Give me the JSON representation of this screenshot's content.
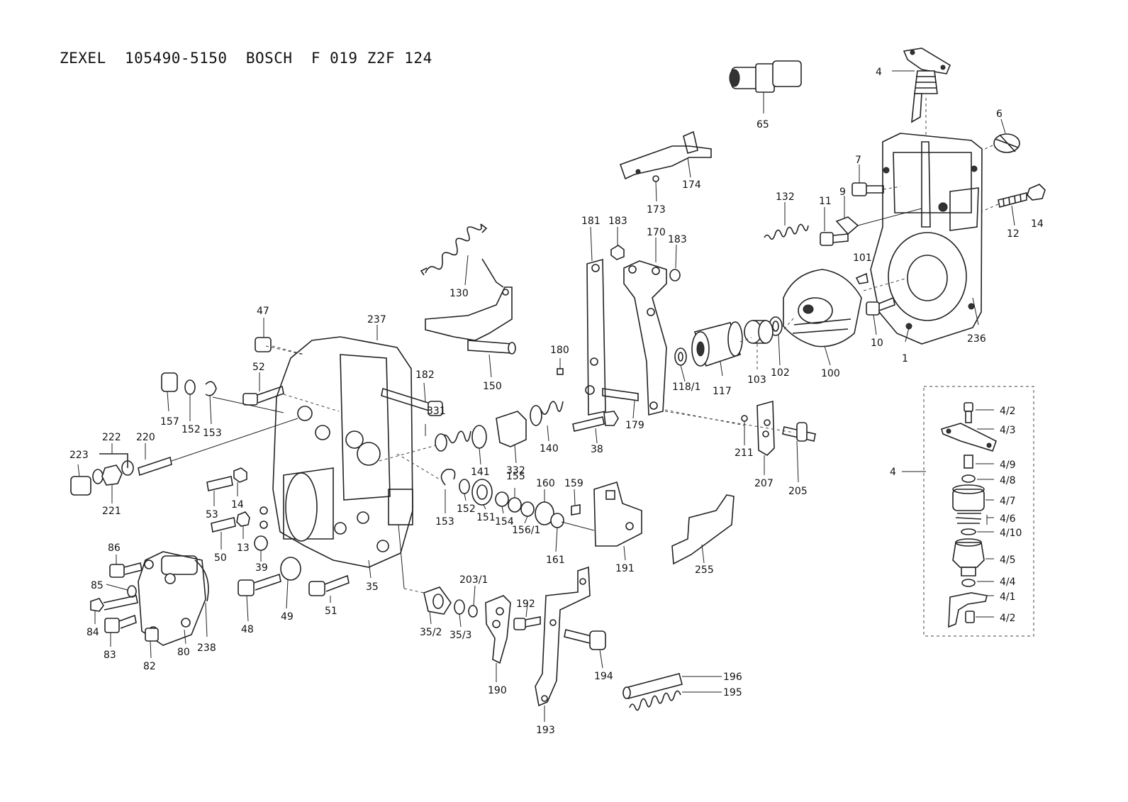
{
  "title": "ZEXEL  105490-5150  BOSCH  F 019 Z2F 124",
  "labels": {
    "l4": "4",
    "l65": "65",
    "l6": "6",
    "l174": "174",
    "l173": "173",
    "l7": "7",
    "l132": "132",
    "l11": "11",
    "l9": "9",
    "l12": "12",
    "l14a": "14",
    "l181": "181",
    "l183a": "183",
    "l170": "170",
    "l183b": "183",
    "l101": "101",
    "l130": "130",
    "l47": "47",
    "l237": "237",
    "l150": "150",
    "l180": "180",
    "l10": "10",
    "l1": "1",
    "l236": "236",
    "l100": "100",
    "l102": "102",
    "l103": "103",
    "l117": "117",
    "l118_1": "118/1",
    "l182": "182",
    "l157": "157",
    "l152a": "152",
    "l153a": "153",
    "l52": "52",
    "l222": "222",
    "l220": "220",
    "l223": "223",
    "l221": "221",
    "l331": "331",
    "l141": "141",
    "l332": "332",
    "l140": "140",
    "l38": "38",
    "l179": "179",
    "l211": "211",
    "l207": "207",
    "l205": "205",
    "l53": "53",
    "l14b": "14",
    "l50": "50",
    "l13": "13",
    "l39": "39",
    "l153b": "153",
    "l152b": "152",
    "l151": "151",
    "l154": "154",
    "l155": "155",
    "l156_1": "156/1",
    "l160": "160",
    "l159": "159",
    "l161": "161",
    "l191": "191",
    "l255": "255",
    "l86": "86",
    "l85": "85",
    "l84": "84",
    "l83": "83",
    "l82": "82",
    "l80": "80",
    "l238": "238",
    "l48": "48",
    "l49": "49",
    "l51": "51",
    "l35": "35",
    "l35_2": "35/2",
    "l35_3": "35/3",
    "l203_1": "203/1",
    "l192": "192",
    "l190": "190",
    "l193": "193",
    "l194": "194",
    "l196": "196",
    "l195": "195",
    "d4": "4",
    "d4_2a": "4/2",
    "d4_3": "4/3",
    "d4_9": "4/9",
    "d4_8": "4/8",
    "d4_7": "4/7",
    "d4_6": "4/6",
    "d4_10": "4/10",
    "d4_5": "4/5",
    "d4_4": "4/4",
    "d4_1": "4/1",
    "d4_2b": "4/2"
  }
}
